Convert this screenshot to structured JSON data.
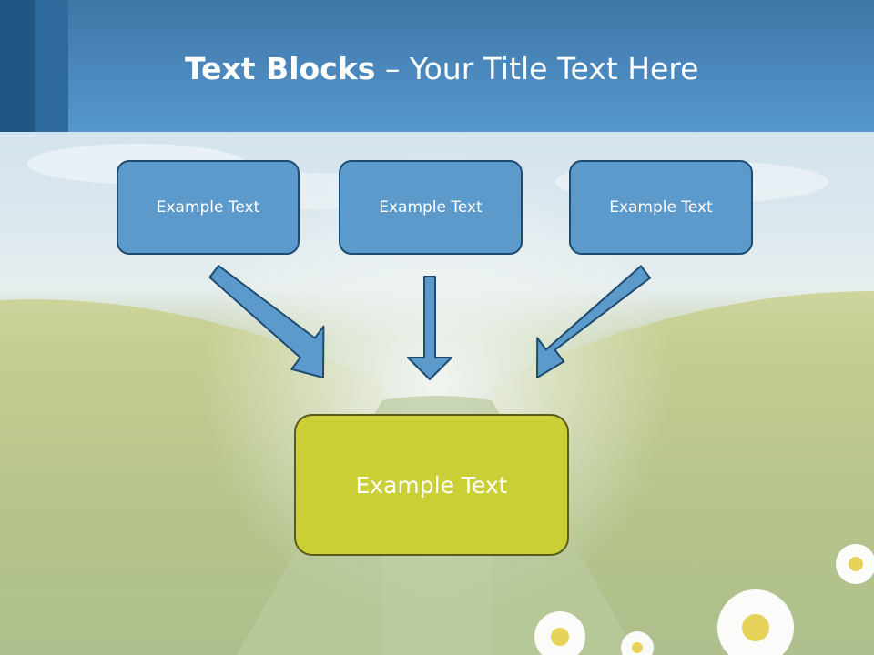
{
  "slide": {
    "title_bold": "Text Blocks",
    "title_dash": " – ",
    "title_rest": "Your Title Text Here"
  },
  "diagram": {
    "top_boxes": [
      {
        "label": "Example Text"
      },
      {
        "label": "Example Text"
      },
      {
        "label": "Example Text"
      }
    ],
    "result_box": {
      "label": "Example Text"
    }
  },
  "colors": {
    "header": "#4b88bd",
    "header_dark": "#1f5683",
    "box_fill": "#5b9acb",
    "box_border": "#1e4b70",
    "result_fill": "#cacf35",
    "result_border": "#5a5a1a",
    "arrow_fill": "#5b9acb"
  }
}
